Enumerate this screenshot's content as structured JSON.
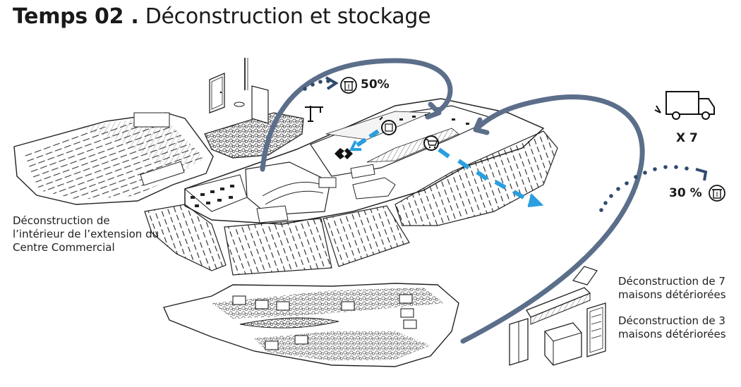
{
  "title": {
    "bold": "Temps 02 .",
    "rest": " Déconstruction et stockage"
  },
  "labels": {
    "interior": [
      "Déconstruction de",
      "l’intérieur de l’extension du",
      "Centre Commercial"
    ],
    "houses_7": [
      "Déconstruction de 7",
      "maisons détériorées"
    ],
    "houses_3": [
      "Déconstruction de 3",
      "maisons détériorées"
    ]
  },
  "values": {
    "recycle_top": "50%",
    "recycle_right": "30 %",
    "truck_multiplier": "X 7"
  },
  "colors": {
    "arrow": "#5b6e8a",
    "dotted": "#2f4a6e",
    "blue": "#2a9fe0",
    "ink": "#1a1a1a"
  },
  "icons": [
    "trash-icon",
    "truck-icon",
    "door-icon",
    "crane-icon",
    "shopping-cart-icon",
    "rotate-icon",
    "carrefour-logo",
    "brick-icon",
    "beam-icon",
    "window-icon",
    "tile-icon"
  ]
}
